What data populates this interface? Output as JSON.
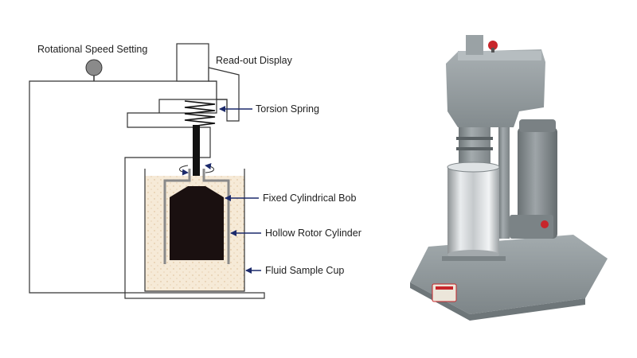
{
  "diagram": {
    "labels": {
      "speed": "Rotational Speed Setting",
      "display": "Read-out Display",
      "spring": "Torsion Spring",
      "bob": "Fixed Cylindrical Bob",
      "rotor": "Hollow Rotor Cylinder",
      "cup": "Fluid Sample Cup"
    },
    "colors": {
      "outline": "#333333",
      "arrow": "#1c2a6b",
      "bob": "#1a1010",
      "fluid": "#f5e6cf",
      "rotor": "#8a8a8a"
    }
  },
  "photo": {
    "subject": "viscometer-photo",
    "colors": {
      "body": "#8f979a",
      "base": "#8b9396",
      "cup": "#c9cdcf",
      "knob": "#c8262b",
      "badge": "#c8262b"
    }
  }
}
